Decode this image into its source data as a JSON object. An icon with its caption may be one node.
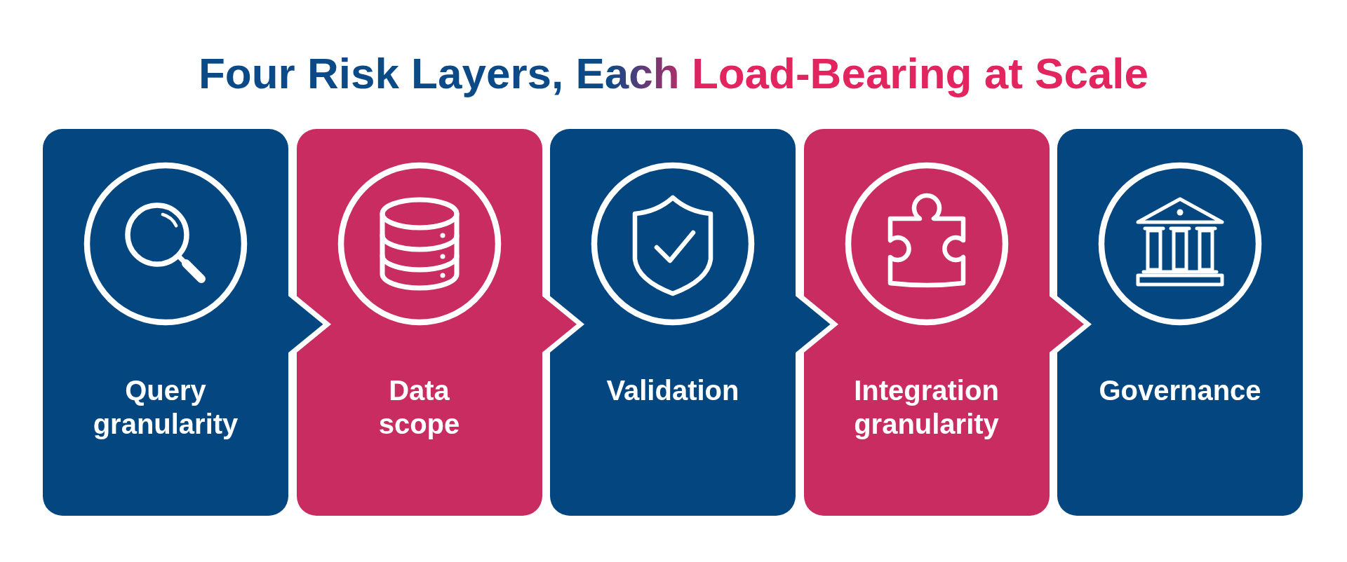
{
  "diagram": {
    "title": "Four Risk Layers, Each Load-Bearing at Scale",
    "nodes": [
      {
        "text": [
          "Query granularity"
        ]
      },
      {
        "text": [
          "Data scope"
        ]
      },
      {
        "text": [
          "Validation"
        ]
      },
      {
        "text": [
          "Integration granularity"
        ]
      },
      {
        "text": [
          "Governance"
        ]
      }
    ],
    "edges": [
      {
        "from": 0,
        "to": 1,
        "arrow": "to"
      },
      {
        "from": 1,
        "to": 2,
        "arrow": "to"
      },
      {
        "from": 2,
        "to": 3,
        "arrow": "to"
      },
      {
        "from": 3,
        "to": 4,
        "arrow": "to"
      }
    ]
  }
}
